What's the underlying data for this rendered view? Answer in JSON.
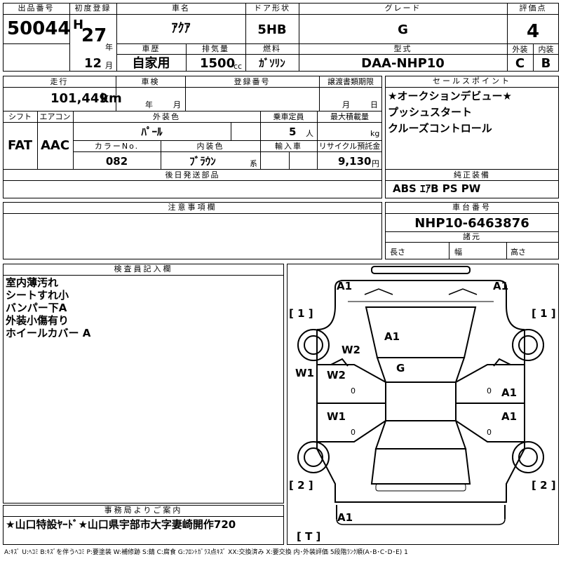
{
  "header": {
    "lot_label": "出品番号",
    "lot_no": "50044",
    "first_reg_label": "初度登録",
    "era": "H",
    "year": "27",
    "year_unit": "年",
    "month": "12",
    "month_unit": "月",
    "car_name_label": "車名",
    "car_name": "ｱｸｱ",
    "door_label": "ドア形状",
    "door": "5HB",
    "grade_label": "グレード",
    "grade": "G",
    "score_label": "評価点",
    "score": "4",
    "history_label": "車歴",
    "history": "自家用",
    "disp_label": "排気量",
    "disp": "1500",
    "disp_unit": "cc",
    "fuel_label": "燃料",
    "fuel": "ｶﾞｿﾘﾝ",
    "model_label": "型式",
    "model": "DAA-NHP10",
    "ext_label": "外装",
    "int_label": "内装",
    "ext": "C",
    "int": "B"
  },
  "row2": {
    "mileage_label": "走行",
    "mileage": "101,449",
    "mileage_unit": "km",
    "inspect_label": "車検",
    "inspect_year": "年",
    "inspect_month": "月",
    "regno_label": "登録番号",
    "transfer_label": "譲渡書類期限",
    "transfer_month": "月",
    "transfer_day": "日",
    "shift_label": "シフト",
    "shift": "FAT",
    "ac_label": "エアコン",
    "ac": "AAC",
    "color_label": "外装色",
    "color": "ﾊﾟｰﾙ",
    "seats_label": "乗車定員",
    "seats": "5",
    "seats_unit": "人",
    "load_label": "最大積載量",
    "load_unit": "kg",
    "colorno_label": "カラーNo.",
    "colorno": "082",
    "intcolor_label": "内装色",
    "intcolor": "ﾌﾞﾗｳﾝ",
    "intcolor_unit": "系",
    "import_label": "輸入車",
    "recycle_label": "リサイクル預託金",
    "recycle": "9,130",
    "recycle_unit": "円",
    "later_label": "後日発送部品"
  },
  "sales": {
    "label": "セールスポイント",
    "lines": [
      "★オークションデビュー★",
      "プッシュスタート",
      "クルーズコントロール"
    ]
  },
  "equip": {
    "label": "純正装備",
    "value": "ABS ｴｱB PS PW"
  },
  "notes": {
    "label": "注意事項欄"
  },
  "chassis": {
    "label": "車台番号",
    "value": "NHP10-6463876"
  },
  "specs": {
    "label": "諸元",
    "length": "長さ",
    "width": "幅",
    "height": "高さ"
  },
  "inspector": {
    "label": "検査員記入欄",
    "lines": [
      "室内薄汚れ",
      "シートすれ小",
      "バンパー下A",
      "外装小傷有り",
      "ホイールカバー A"
    ]
  },
  "office": {
    "label": "事務局よりご案内",
    "text": "★山口特設ﾔｰﾄﾞ★山口県宇部市大字妻崎開作720"
  },
  "diagram": {
    "marks": {
      "a1_tl": "A1",
      "a1_tr": "A1",
      "l1": "[ 1 ]",
      "r1": "[ 1 ]",
      "w2_upper": "W2",
      "a1_hood": "A1",
      "w1_left": "W1",
      "g_roof": "G",
      "w2_door": "W2",
      "a1_rdoor_f": "A1",
      "w1_door": "W1",
      "a1_rdoor_r": "A1",
      "l2": "[ 2 ]",
      "r2": "[ 2 ]",
      "a1_rear": "A1",
      "t_mark": "[ T ]",
      "zero1": "0",
      "zero2": "0",
      "zero3": "0",
      "zero4": "0"
    }
  },
  "legend": "A:ｷｽﾞ U:ﾍｺﾐ B:ｷｽﾞを伴うﾍｺﾐ P:要塗装 W:補修跡 S:錆 C:腐食 G:ﾌﾛﾝﾄｶﾞﾗｽ点ｷｽﾞ XX:交換済み X:要交換 内･外装評価 5段階ﾗﾝｸ順(A･B･C･D･E) 1"
}
